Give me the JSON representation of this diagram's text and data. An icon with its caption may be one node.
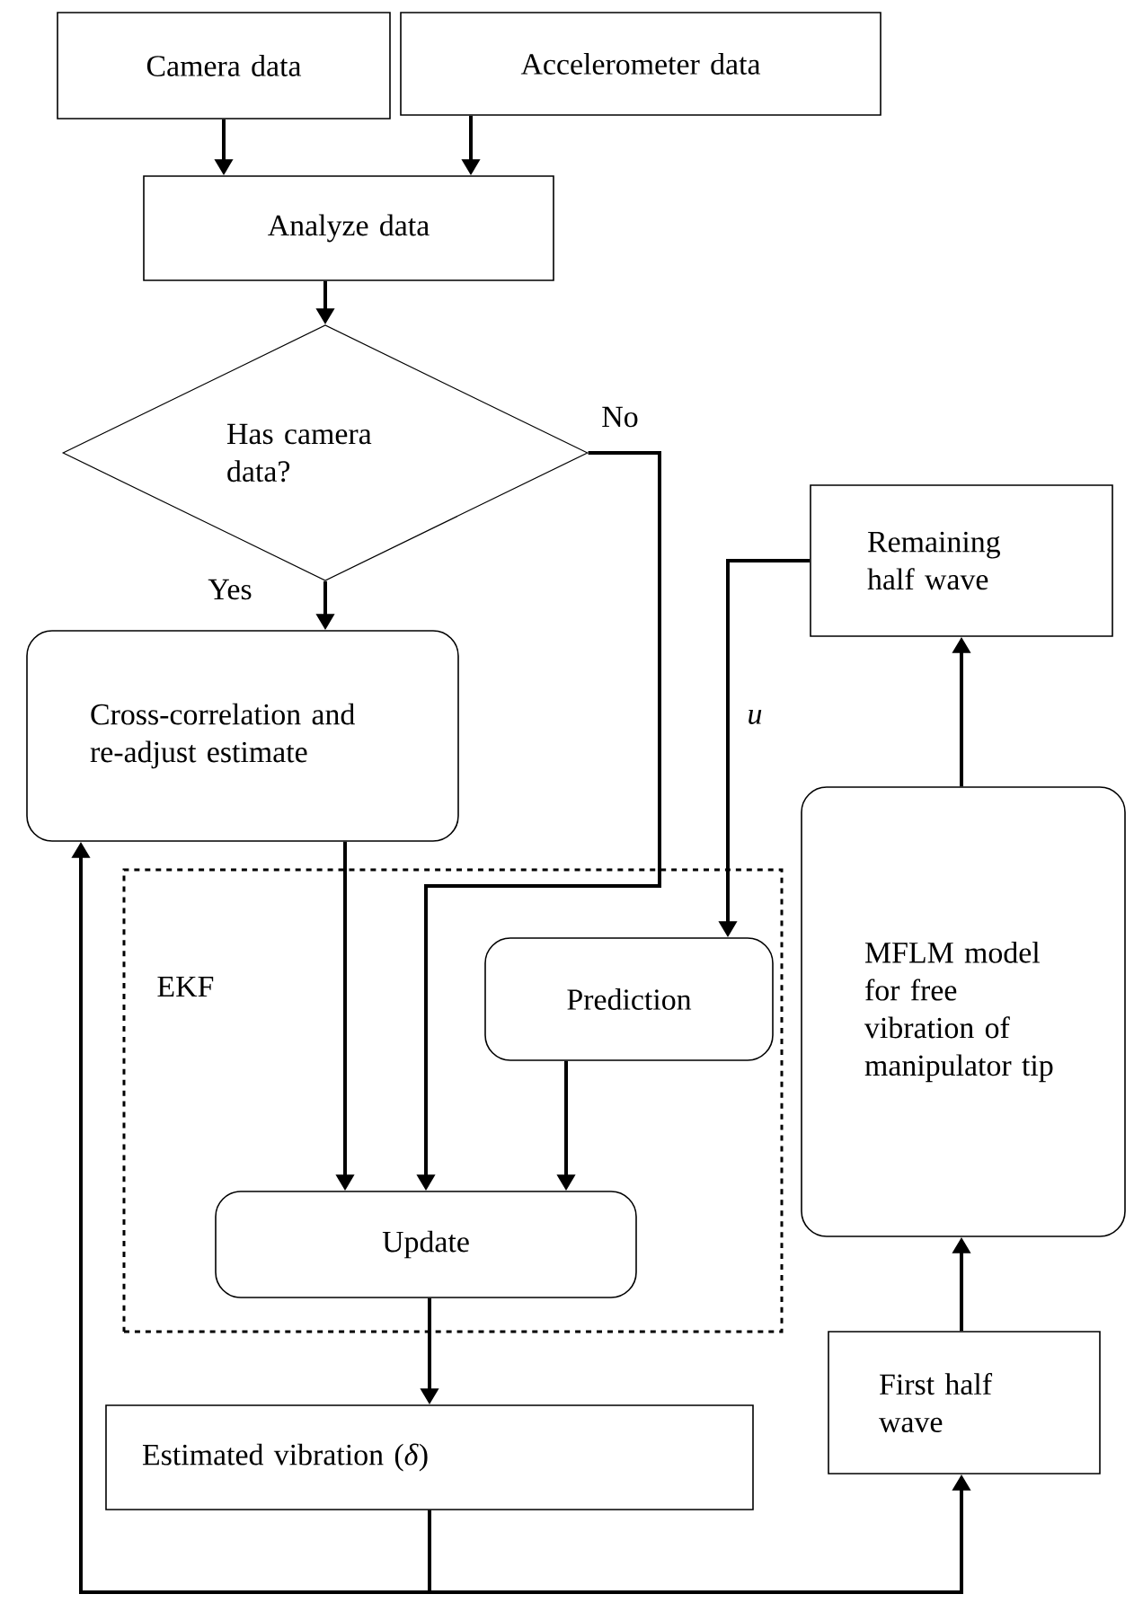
{
  "diagram": {
    "nodes": [
      {
        "text": [
          "Camera data"
        ]
      },
      {
        "text": [
          "Accelerometer data"
        ]
      },
      {
        "text": [
          "Analyze data"
        ]
      },
      {
        "text": [
          "Has camera data?"
        ]
      },
      {
        "text": [
          "EKF"
        ]
      },
      {
        "text": [
          "Cross-correlation and re-adjust estimate"
        ]
      },
      {
        "text": [
          "Prediction"
        ],
        "in": 4
      },
      {
        "text": [
          "Update"
        ],
        "in": 4
      },
      {
        "text": [
          "Estimated vibration (*δ*)"
        ]
      },
      {
        "text": [
          "Remaining half wave"
        ]
      },
      {
        "text": [
          "MFLM model for free vibration of manipulator tip"
        ]
      },
      {
        "text": [
          "First half wave"
        ]
      }
    ],
    "edges": [
      {
        "from": 0,
        "to": 2,
        "arrow": "to"
      },
      {
        "from": 1,
        "to": 2,
        "arrow": "to"
      },
      {
        "from": 2,
        "to": 3,
        "arrow": "to"
      },
      {
        "from": 3,
        "to": 5,
        "arrow": "to",
        "label": "Yes"
      },
      {
        "from": 3,
        "to": 7,
        "arrow": "to",
        "label": "No"
      },
      {
        "from": 5,
        "to": 7,
        "arrow": "to"
      },
      {
        "from": 6,
        "to": 7,
        "arrow": "to"
      },
      {
        "from": 7,
        "to": 8,
        "arrow": "to"
      },
      {
        "from": 8,
        "to": 11,
        "arrow": "to"
      },
      {
        "from": 8,
        "to": 5,
        "arrow": "to"
      },
      {
        "from": 11,
        "to": 10,
        "arrow": "to"
      },
      {
        "from": 10,
        "to": 9,
        "arrow": "to"
      },
      {
        "from": 9,
        "to": 6,
        "arrow": "to",
        "label": "u"
      }
    ]
  }
}
